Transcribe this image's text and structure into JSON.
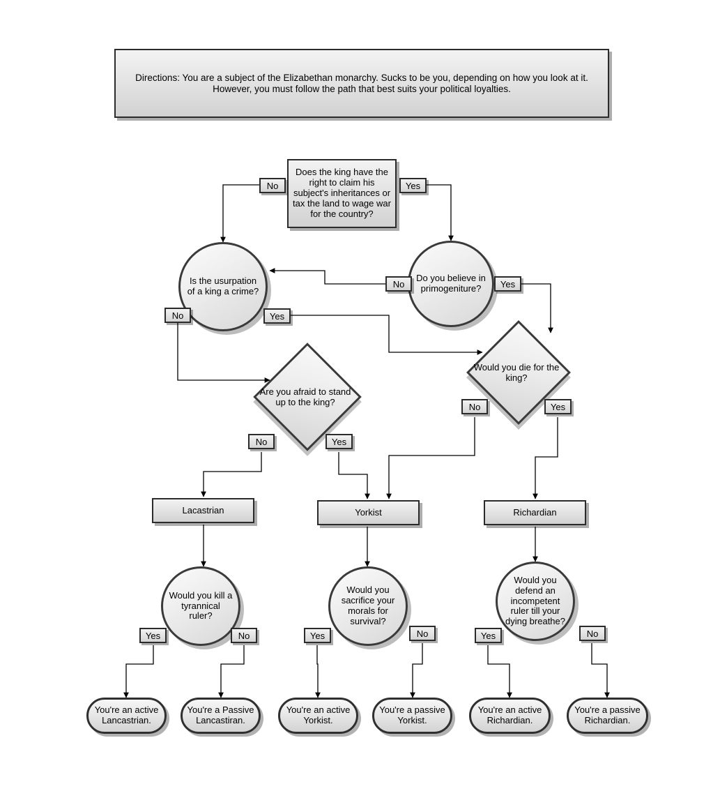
{
  "diagram": {
    "type": "flowchart",
    "title_box": {
      "text": "Directions: You are a subject of the Elizabethan monarchy. Sucks to be you, depending on how you look at it. However, you must follow the path that best suits your political loyalties."
    },
    "nodes": [
      {
        "id": "q1",
        "shape": "process",
        "text": "Does the king have the right to claim his subject's inheritances or tax the land to wage war for the country?"
      },
      {
        "id": "q2",
        "shape": "circle",
        "text": "Is the usurpation of a king a crime?"
      },
      {
        "id": "q3",
        "shape": "circle",
        "text": "Do you believe in primogeniture?"
      },
      {
        "id": "q4",
        "shape": "diamond",
        "text": "Are you afraid to stand up to the king?"
      },
      {
        "id": "q5",
        "shape": "diamond",
        "text": "Would you die for the king?"
      },
      {
        "id": "r1",
        "shape": "process",
        "text": "Lacastrian"
      },
      {
        "id": "r2",
        "shape": "process",
        "text": "Yorkist"
      },
      {
        "id": "r3",
        "shape": "process",
        "text": "Richardian"
      },
      {
        "id": "q6",
        "shape": "circle",
        "text": "Would you kill a tyrannical ruler?"
      },
      {
        "id": "q7",
        "shape": "circle",
        "text": "Would you sacrifice your morals for survival?"
      },
      {
        "id": "q8",
        "shape": "circle",
        "text": "Would you defend an incompetent ruler till your dying breathe?"
      },
      {
        "id": "t1",
        "shape": "terminator",
        "text": "You're an active Lancastrian."
      },
      {
        "id": "t2",
        "shape": "terminator",
        "text": "You're a Passive Lancastiran."
      },
      {
        "id": "t3",
        "shape": "terminator",
        "text": "You're an active Yorkist."
      },
      {
        "id": "t4",
        "shape": "terminator",
        "text": "You're a passive Yorkist."
      },
      {
        "id": "t5",
        "shape": "terminator",
        "text": "You're an active Richardian."
      },
      {
        "id": "t6",
        "shape": "terminator",
        "text": "You're a passive Richardian."
      }
    ],
    "edge_labels": {
      "q1_no": "No",
      "q1_yes": "Yes",
      "q2_no": "No",
      "q2_yes": "Yes",
      "q3_no": "No",
      "q3_yes": "Yes",
      "q4_no": "No",
      "q4_yes": "Yes",
      "q5_no": "No",
      "q5_yes": "Yes",
      "q6_yes": "Yes",
      "q6_no": "No",
      "q7_yes": "Yes",
      "q7_no": "No",
      "q8_yes": "Yes",
      "q8_no": "No"
    },
    "edges": [
      {
        "from": "q1",
        "to": "q2",
        "label": "No"
      },
      {
        "from": "q1",
        "to": "q3",
        "label": "Yes"
      },
      {
        "from": "q3",
        "to": "q2",
        "label": "No"
      },
      {
        "from": "q3",
        "to": "q5",
        "label": "Yes"
      },
      {
        "from": "q2",
        "to": "q4",
        "label": "No"
      },
      {
        "from": "q2",
        "to": "q5",
        "label": "Yes"
      },
      {
        "from": "q4",
        "to": "r1",
        "label": "No"
      },
      {
        "from": "q4",
        "to": "r2",
        "label": "Yes"
      },
      {
        "from": "q5",
        "to": "r2",
        "label": "No"
      },
      {
        "from": "q5",
        "to": "r3",
        "label": "Yes"
      },
      {
        "from": "r1",
        "to": "q6",
        "label": ""
      },
      {
        "from": "r2",
        "to": "q7",
        "label": ""
      },
      {
        "from": "r3",
        "to": "q8",
        "label": ""
      },
      {
        "from": "q6",
        "to": "t1",
        "label": "Yes"
      },
      {
        "from": "q6",
        "to": "t2",
        "label": "No"
      },
      {
        "from": "q7",
        "to": "t3",
        "label": "Yes"
      },
      {
        "from": "q7",
        "to": "t4",
        "label": "No"
      },
      {
        "from": "q8",
        "to": "t5",
        "label": "Yes"
      },
      {
        "from": "q8",
        "to": "t6",
        "label": "No"
      }
    ],
    "colors": {
      "shape_fill_light": "#f5f5f5",
      "shape_fill_dark": "#d2d2d2",
      "border": "#2b2b2b",
      "connector": "#000000",
      "background": "#ffffff"
    }
  }
}
